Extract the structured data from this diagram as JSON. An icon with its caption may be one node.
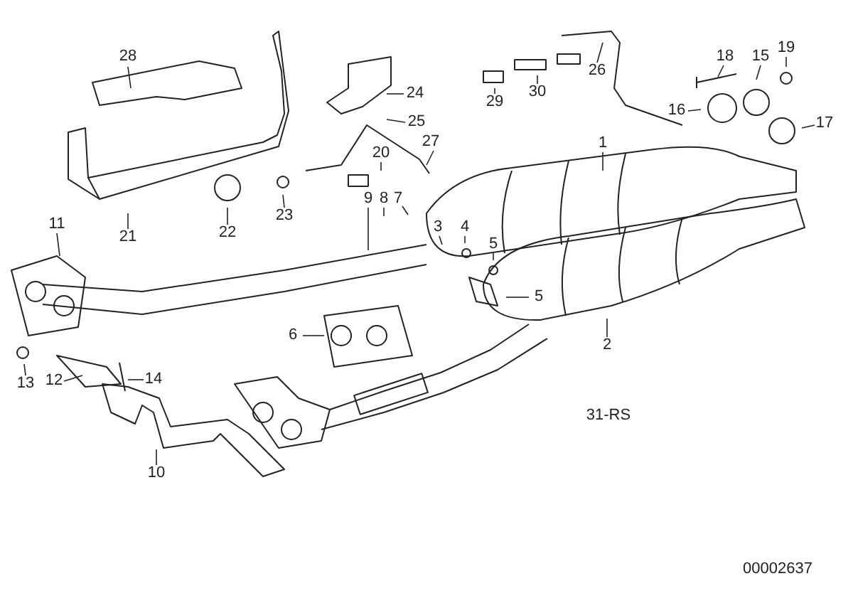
{
  "diagram": {
    "nodes": [
      {
        "text": [
          "19"
        ]
      },
      {
        "text": [
          "15"
        ]
      },
      {
        "text": [
          "28"
        ]
      },
      {
        "text": [
          "18"
        ]
      },
      {
        "text": [
          "26"
        ]
      },
      {
        "text": [
          "24"
        ]
      },
      {
        "text": [
          "30"
        ]
      },
      {
        "text": [
          "29"
        ]
      },
      {
        "text": [
          "16"
        ]
      },
      {
        "text": [
          "25"
        ]
      },
      {
        "text": [
          "17"
        ]
      },
      {
        "text": [
          "1"
        ]
      },
      {
        "text": [
          "20"
        ]
      },
      {
        "text": [
          "27"
        ]
      },
      {
        "text": [
          "9"
        ]
      },
      {
        "text": [
          "8"
        ]
      },
      {
        "text": [
          "7"
        ]
      },
      {
        "text": [
          "23"
        ]
      },
      {
        "text": [
          "11"
        ]
      },
      {
        "text": [
          "3"
        ]
      },
      {
        "text": [
          "22"
        ]
      },
      {
        "text": [
          "4"
        ]
      },
      {
        "text": [
          "21"
        ]
      },
      {
        "text": [
          "5"
        ]
      },
      {
        "text": [
          "5"
        ]
      },
      {
        "text": [
          "6"
        ]
      },
      {
        "text": [
          "2"
        ]
      },
      {
        "text": [
          "14"
        ]
      },
      {
        "text": [
          "13"
        ]
      },
      {
        "text": [
          "12"
        ]
      },
      {
        "text": [
          "10"
        ]
      }
    ],
    "edges": [
      {
        "from": 0,
        "to": null,
        "arrow": "none"
      },
      {
        "from": 1,
        "to": null,
        "arrow": "none"
      },
      {
        "from": 2,
        "to": null,
        "arrow": "none"
      },
      {
        "from": 3,
        "to": null,
        "arrow": "none"
      },
      {
        "from": 4,
        "to": null,
        "arrow": "none"
      },
      {
        "from": 5,
        "to": null,
        "arrow": "none"
      },
      {
        "from": 6,
        "to": null,
        "arrow": "none"
      },
      {
        "from": 7,
        "to": null,
        "arrow": "none"
      },
      {
        "from": 8,
        "to": null,
        "arrow": "none"
      },
      {
        "from": 9,
        "to": null,
        "arrow": "none"
      },
      {
        "from": 10,
        "to": null,
        "arrow": "none"
      },
      {
        "from": 11,
        "to": null,
        "arrow": "none"
      },
      {
        "from": 12,
        "to": null,
        "arrow": "none"
      },
      {
        "from": 13,
        "to": null,
        "arrow": "none"
      },
      {
        "from": 14,
        "to": null,
        "arrow": "none"
      },
      {
        "from": 15,
        "to": null,
        "arrow": "none"
      },
      {
        "from": 16,
        "to": null,
        "arrow": "none"
      },
      {
        "from": 17,
        "to": null,
        "arrow": "none"
      },
      {
        "from": 18,
        "to": null,
        "arrow": "none"
      },
      {
        "from": 19,
        "to": null,
        "arrow": "none"
      },
      {
        "from": 20,
        "to": null,
        "arrow": "none"
      },
      {
        "from": 21,
        "to": null,
        "arrow": "none"
      },
      {
        "from": 22,
        "to": null,
        "arrow": "none"
      },
      {
        "from": 23,
        "to": null,
        "arrow": "none"
      },
      {
        "from": 24,
        "to": null,
        "arrow": "none"
      },
      {
        "from": 25,
        "to": null,
        "arrow": "none"
      },
      {
        "from": 26,
        "to": null,
        "arrow": "none"
      },
      {
        "from": 27,
        "to": null,
        "arrow": "none"
      },
      {
        "from": 28,
        "to": null,
        "arrow": "none"
      },
      {
        "from": 29,
        "to": null,
        "arrow": "none"
      },
      {
        "from": 30,
        "to": null,
        "arrow": "none"
      }
    ],
    "labels": [
      "31-RS",
      "00002637"
    ]
  }
}
